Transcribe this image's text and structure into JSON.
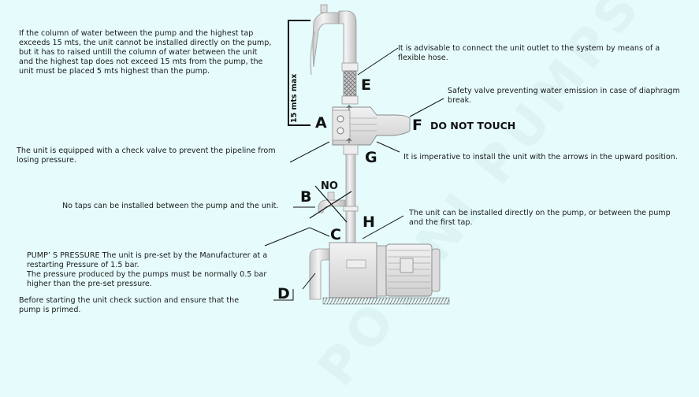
{
  "watermark": "POTINI PUMPS",
  "dimension_label": "15 mts max",
  "labels": {
    "A": "A",
    "B": "B",
    "C": "C",
    "D": "D",
    "E": "E",
    "F": "F",
    "G": "G",
    "H": "H",
    "no": "NO",
    "do_not_touch": "DO NOT TOUCH"
  },
  "notes": {
    "column_height": "If the column of water between the pump and the highest tap\nexceeds 15 mts, the unit cannot be installed directly on the pump,\nbut it has to raised untill the column of water between the unit\nand the highest tap does not exceed 15 mts from the pump, the\nunit must be placed 5 mts highest than the pump.",
    "flexible_hose": "It is advisable to connect the unit outlet to the system by means of a\nflexible hose.",
    "safety_valve": "Safety valve preventing water emission in case of diaphragm\nbreak.",
    "check_valve": "The unit is equipped with a check valve to prevent the pipeline from\nlosing pressure.",
    "arrows_upward": "It is imperative to install the unit with the arrows in the upward position.",
    "no_taps": "No taps can be installed between the pump and the unit.",
    "install_position": "The unit can be installed directly on the pump, or between the pump\nand the first tap.",
    "pump_pressure": "PUMP’ S PRESSURE The unit is pre-set by the Manufacturer at a\nrestarting Pressure of 1.5 bar.\nThe pressure produced by the pumps must be normally 0.5 bar\nhigher than the pre-set pressure.",
    "priming": "Before starting the unit check suction and ensure that the\npump is primed."
  }
}
